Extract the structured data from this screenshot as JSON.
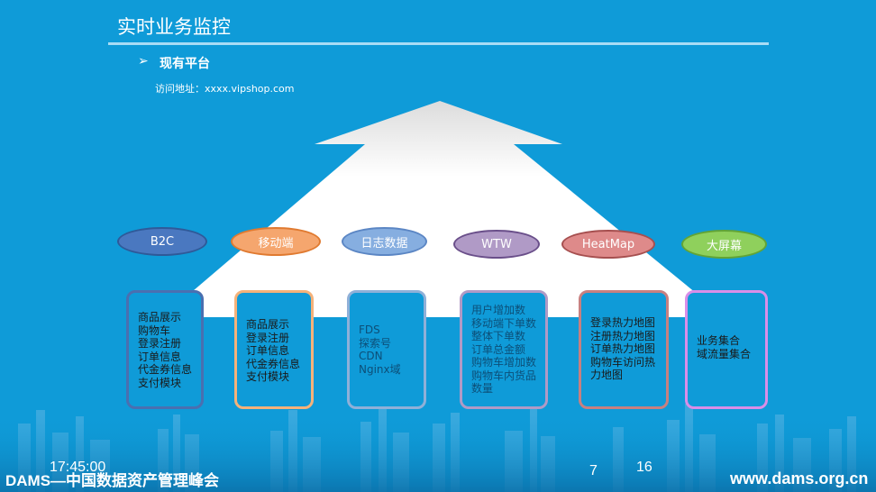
{
  "header": {
    "title": "实时业务监控",
    "bullet_icon": "arrow-bullet-icon",
    "subtitle": "现有平台",
    "url_line": "访问地址：xxxx.vipshop.com"
  },
  "colors": {
    "background": "#0f9bd8",
    "b2c": "#4a78c0",
    "mobile": "#f5a66e",
    "log": "#86aee0",
    "wtw": "#b09ac6",
    "heatmap": "#de8a8a",
    "screen": "#8fd05c"
  },
  "platforms": [
    {
      "name": "B2C",
      "items": [
        "商品展示",
        "购物车",
        "登录注册",
        "订单信息",
        "代金券信息",
        "支付模块"
      ]
    },
    {
      "name": "移动端",
      "items": [
        "商品展示",
        "登录注册",
        "订单信息",
        "代金券信息",
        "支付模块"
      ]
    },
    {
      "name": "日志数据",
      "items": [
        "FDS",
        "探索号",
        "CDN",
        "Nginx域"
      ]
    },
    {
      "name": "WTW",
      "items": [
        "用户增加数",
        "移动端下单数",
        "整体下单数",
        "订单总金额",
        "购物车增加数",
        "购物车内货品",
        "数量"
      ]
    },
    {
      "name": "HeatMap",
      "items": [
        "登录热力地图",
        "注册热力地图",
        "订单热力地图",
        "购物车访问热",
        "力地图"
      ]
    },
    {
      "name": "大屏幕",
      "items": [
        "业务集合",
        "域流量集合"
      ]
    }
  ],
  "footer": {
    "brand": "DAMS—中国数据资产管理峰会",
    "time": "17:45:00",
    "page_a": "7",
    "page_b": "16",
    "site": "www.dams.org.cn"
  }
}
